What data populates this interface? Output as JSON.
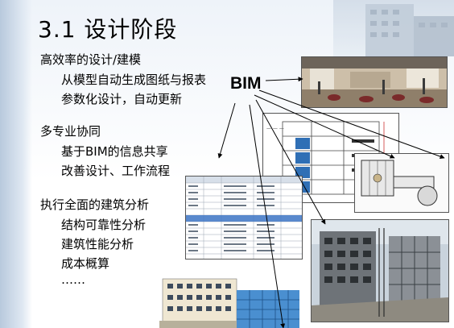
{
  "slide": {
    "title": "3.1 设计阶段",
    "section1": {
      "heading": "高效率的设计/建模",
      "items": [
        "从模型自动生成图纸与报表",
        "参数化设计，自动更新"
      ]
    },
    "section2": {
      "heading": "多专业协同",
      "items": [
        "基于BIM的信息共享",
        "改善设计、工作流程"
      ]
    },
    "section3": {
      "heading": "执行全面的建筑分析",
      "items": [
        "结构可靠性分析",
        "建筑性能分析",
        "成本概算",
        "……"
      ]
    },
    "bim_label": "BIM"
  },
  "colors": {
    "background_top": "#eef3f9",
    "text": "#000000",
    "accent_blue": "#4a8fd0"
  },
  "images": [
    {
      "name": "interior-render",
      "description_icon": "render-icon"
    },
    {
      "name": "section-drawing",
      "description_icon": "drawing-icon"
    },
    {
      "name": "floor-plan",
      "description_icon": "plan-icon"
    },
    {
      "name": "schedule-table",
      "description_icon": "table-icon"
    },
    {
      "name": "exterior-render",
      "description_icon": "render-icon"
    },
    {
      "name": "elevation-render",
      "description_icon": "render-icon"
    }
  ]
}
